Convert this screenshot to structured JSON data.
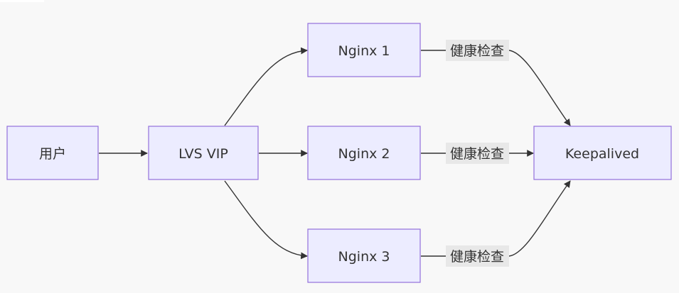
{
  "diagram": {
    "nodes": {
      "user": "用户",
      "lvs": "LVS VIP",
      "nginx1": "Nginx 1",
      "nginx2": "Nginx 2",
      "nginx3": "Nginx 3",
      "keepalived": "Keepalived"
    },
    "edge_labels": {
      "nginx1_keepalived": "健康检查",
      "nginx2_keepalived": "健康检查",
      "nginx3_keepalived": "健康检查"
    }
  }
}
